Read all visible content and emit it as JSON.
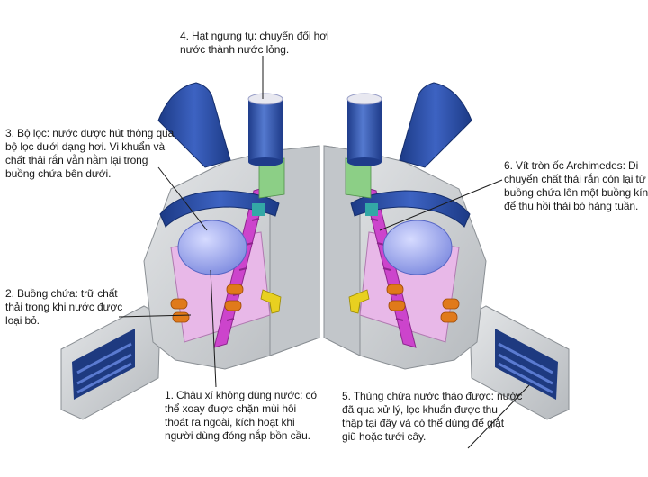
{
  "callouts": [
    {
      "id": "c4",
      "lines": [
        "4. Hạt ngưng tụ: chuyển đổi hơi",
        "nước thành nước lỏng."
      ]
    },
    {
      "id": "c3",
      "lines": [
        "3. Bộ lọc: nước được hút thông qua",
        "bộ lọc dưới dạng hơi. Vi khuẩn và",
        "chất thải rắn vẫn nằm lại trong",
        "buồng chứa bên dưới."
      ]
    },
    {
      "id": "c6",
      "lines": [
        "6. Vít tròn ốc Archimedes: Di",
        "chuyển chất thải rắn còn lại từ",
        "buồng chứa lên một buồng kín",
        "để thu hồi thải bỏ hàng tuần."
      ]
    },
    {
      "id": "c2",
      "lines": [
        "2. Buồng chứa: trữ chất",
        "thải trong khi nước được",
        "loại bỏ."
      ]
    },
    {
      "id": "c1",
      "lines": [
        "1. Chậu xí không dùng nước: có",
        "thể xoay được chặn mùi hôi",
        "thoát ra ngoài, kích hoạt khi",
        "người dùng đóng nắp bồn cầu."
      ]
    },
    {
      "id": "c5",
      "lines": [
        "5. Thùng chứa nước thảo được: nước",
        "đã qua xử lý, lọc khuẩn được thu",
        "thập tại đây và có thể dùng để giặt",
        "giũ hoặc tưới cây."
      ]
    }
  ],
  "colors": {
    "shell": "#d3d6d8",
    "shell_dark": "#9aa0a6",
    "lid_blue": "#1f3f8f",
    "lid_blue_light": "#3d63c2",
    "filter_lavender": "#aab3ee",
    "chamber_pink": "#e8b8e8",
    "screw_magenta": "#cc44cc",
    "condenser_blue": "#2c4c9c",
    "condenser_top": "#e8e8f0",
    "green": "#8ccf86",
    "teal": "#33a8a6",
    "pellet_orange": "#e07a1a",
    "yellow": "#e8d020",
    "leader": "#1a1a1a"
  }
}
